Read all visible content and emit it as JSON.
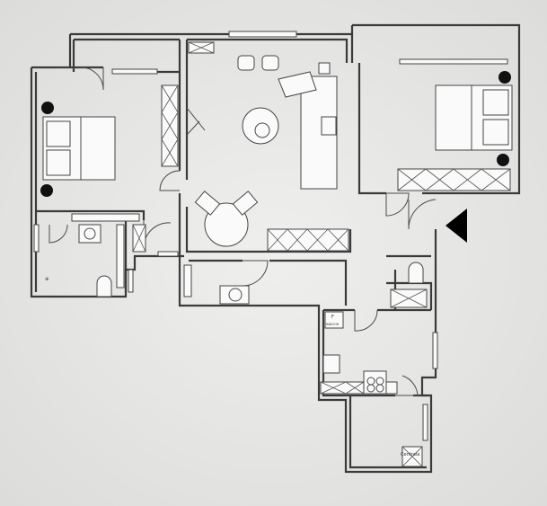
{
  "plan": {
    "labels": {
      "fridge_letter": "F",
      "fridge_note": "INDOOR",
      "boiler": "Centrala"
    },
    "colors": {
      "background": "#e9e9e7",
      "walls": "#3a3a3a",
      "entry_marker": "#000000"
    }
  }
}
